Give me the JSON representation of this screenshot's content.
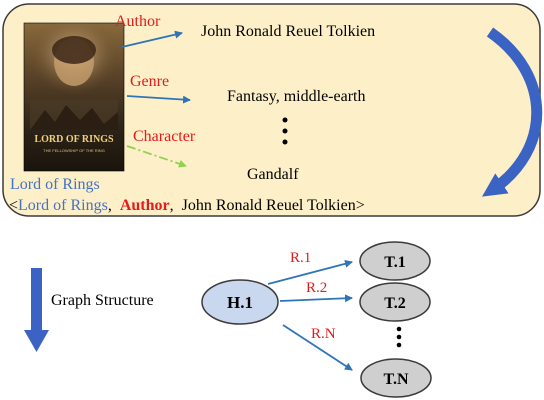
{
  "top_panel": {
    "poster": {
      "lines": [
        "LORD OF RINGS",
        "THE FELLOWSHIP OF THE RING"
      ]
    },
    "relations": [
      {
        "label": "Author",
        "target": "John Ronald Reuel Tolkien"
      },
      {
        "label": "Genre",
        "target": "Fantasy, middle-earth"
      },
      {
        "label": "Character",
        "target": "Gandalf"
      }
    ],
    "ellipsis": "⋮",
    "entity_name": "Lord of Rings",
    "triple": {
      "open": "<",
      "head": "Lord of Rings",
      "comma1": ",",
      "relation": "Author",
      "comma2": ",",
      "tail": "John Ronald Reuel Tolkien",
      "close": ">"
    }
  },
  "bottom_panel": {
    "caption": "Graph Structure",
    "head_node": "H.1",
    "relations": [
      "R.1",
      "R.2",
      "R.N"
    ],
    "tail_nodes": [
      "T.1",
      "T.2",
      "T.N"
    ],
    "ellipsis": "⋮"
  },
  "colors": {
    "panel_fill": "#fdf0c8",
    "panel_stroke": "#3b3b3b",
    "relation_red": "#e41a1c",
    "arrow_blue": "#2e75b6",
    "arrow_green": "#92d050",
    "node_fill": "#cfcfcf",
    "head_fill": "#c9d8ee",
    "entity_blue": "#4472c4",
    "curved_arrow": "#3a63c4"
  }
}
